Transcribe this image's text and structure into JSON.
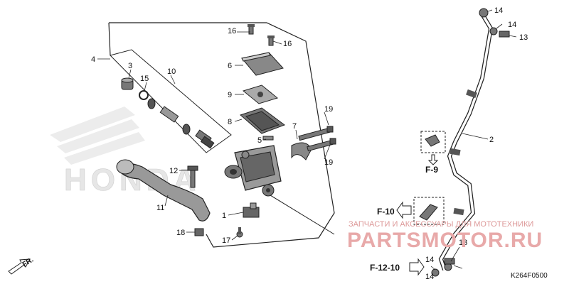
{
  "diagram": {
    "code": "K264F0500",
    "direction_label": "FR.",
    "brand_watermark": "HONDA",
    "site_watermark": {
      "caption": "ЗАПЧАСТИ И АКСЕССУАРЫ ДЛЯ МОТОТЕХНИКИ",
      "name": "PARTSMOTOR.RU"
    },
    "refs": {
      "f9": "F-9",
      "f10": "F-10",
      "f1210": "F-12-10"
    },
    "part_numbers": {
      "p1": "1",
      "p2": "2",
      "p3": "3",
      "p4": "4",
      "p5": "5",
      "p6": "6",
      "p7": "7",
      "p8": "8",
      "p9": "9",
      "p10": "10",
      "p11": "11",
      "p12": "12",
      "p13a": "13",
      "p13b": "13",
      "p14a": "14",
      "p14b": "14",
      "p14c": "14",
      "p14d": "14",
      "p15": "15",
      "p16a": "16",
      "p16b": "16",
      "p17": "17",
      "p18": "18",
      "p19a": "19",
      "p19b": "19"
    }
  }
}
